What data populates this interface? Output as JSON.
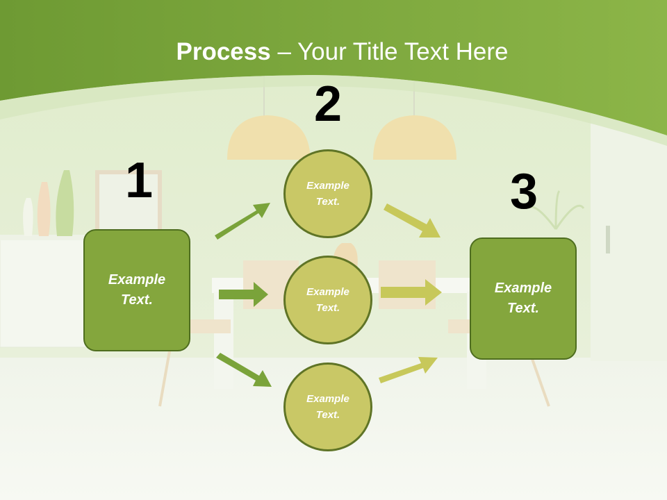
{
  "title": {
    "bold": "Process",
    "rest": " – Your Title Text Here"
  },
  "steps": {
    "one": {
      "number": "1",
      "text": "Example\nText."
    },
    "two": {
      "number": "2"
    },
    "three": {
      "number": "3",
      "text": "Example\nText."
    }
  },
  "circles": [
    {
      "text": "Example\nText."
    },
    {
      "text": "Example\nText."
    },
    {
      "text": "Example\nText."
    }
  ],
  "colors": {
    "banner": "#7aa83a",
    "box_fill": "#84a63d",
    "circle_fill": "#c9c866",
    "left_arrows": "#7aa33a",
    "right_arrows": "#c7c85a"
  }
}
